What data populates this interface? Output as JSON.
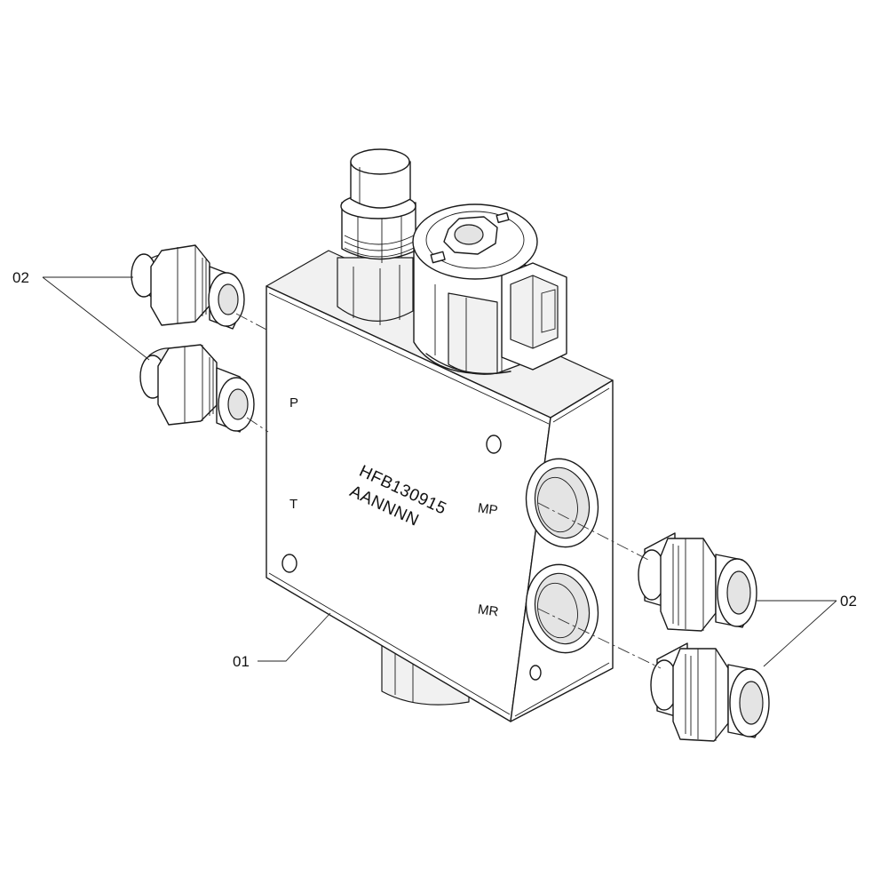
{
  "callouts": {
    "fittings_left": "02",
    "fittings_right": "02",
    "valve_block": "01"
  },
  "port_labels": {
    "p": "P",
    "t": "T",
    "mp": "MP",
    "mr": "MR"
  },
  "engraving": {
    "line1": "HFB130915",
    "line2": "AANNNN"
  }
}
